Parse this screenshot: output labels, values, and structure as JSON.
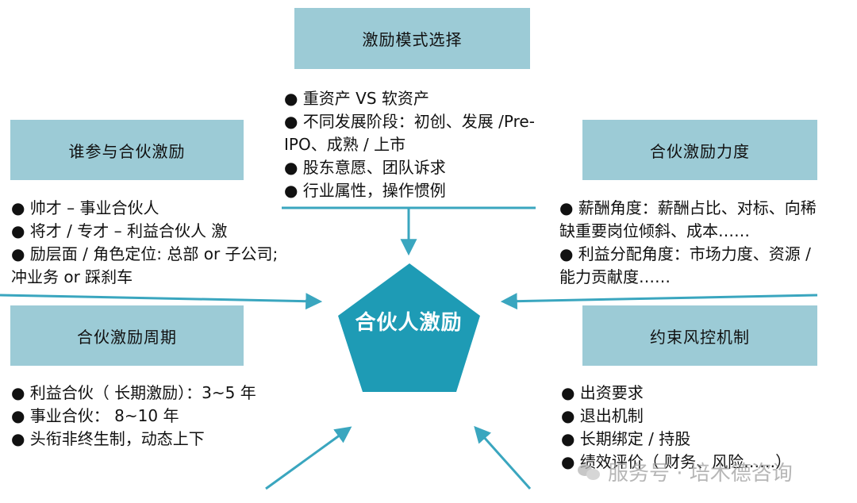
{
  "center": {
    "label": "合伙人激励"
  },
  "top": {
    "title": "激励模式选择",
    "items": [
      "● 重资产 VS 软资产",
      "● 不同发展阶段：初创、发展 /Pre-",
      "IPO、成熟 / 上市",
      "● 股东意愿、团队诉求",
      "● 行业属性，操作惯例"
    ]
  },
  "left_top": {
    "title": "谁参与合伙激励",
    "items": [
      "● 帅才 – 事业合伙人",
      "● 将才 / 专才 – 利益合伙人 激",
      "● 励层面 / 角色定位: 总部 or 子公司;",
      "冲业务 or 踩刹车"
    ]
  },
  "right_top": {
    "title": "合伙激励力度",
    "items": [
      "● 薪酬角度：薪酬占比、对标、向稀",
      "缺重要岗位倾斜、成本……",
      "● 利益分配角度：市场力度、资源 /",
      "能力贡献度……"
    ]
  },
  "left_bottom": {
    "title": "合伙激励周期",
    "items": [
      "● 利益合伙（ 长期激励）：3~5 年",
      "● 事业合伙：  8~10 年",
      "● 头衔非终生制，动态上下"
    ]
  },
  "right_bottom": {
    "title": "约束风控机制",
    "items": [
      "● 出资要求",
      "● 退出机制",
      "● 长期绑定 / 持股",
      "● 绩效评价（ 财务、风险……）"
    ]
  },
  "watermark": {
    "text": "服务号 · 培木德咨询"
  },
  "colors": {
    "box_fill": "#9ccbd6",
    "pentagon_fill": "#1e9bb5",
    "line_color": "#3aa6bf"
  }
}
